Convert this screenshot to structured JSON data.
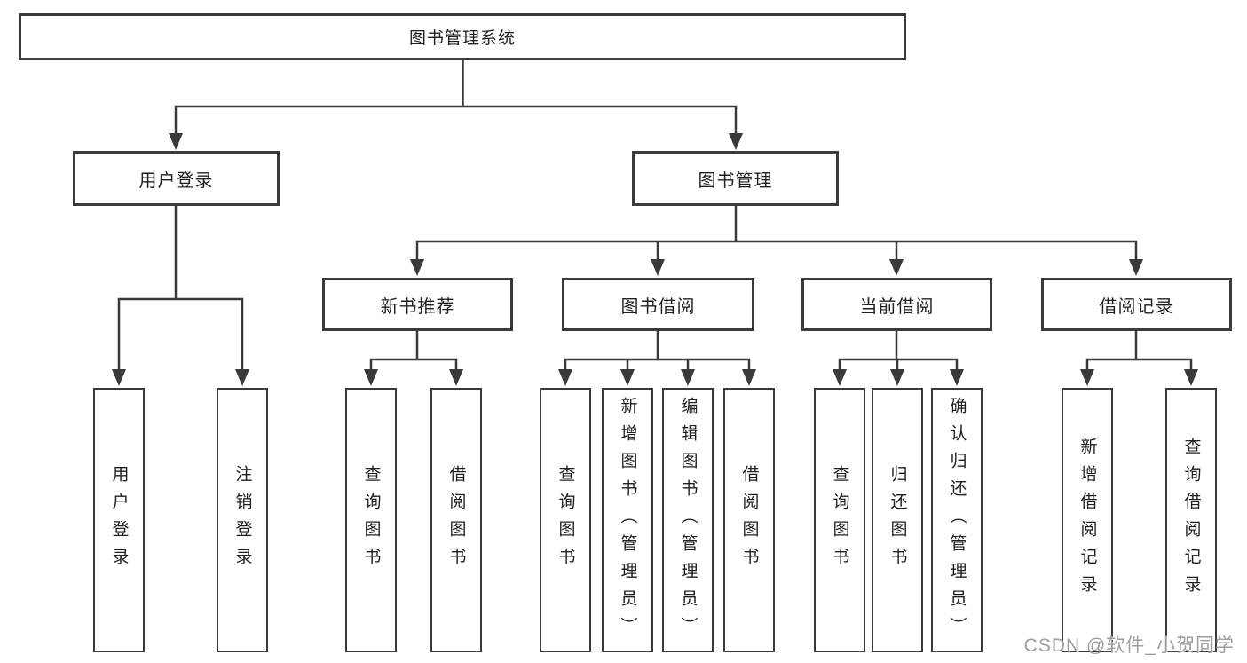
{
  "diagram": {
    "title": "图书管理系统",
    "watermark": "CSDN @软件_小贺同学",
    "colors": {
      "line": "#3a3a3a",
      "box_border": "#3a3a3a",
      "text": "#1f1f1f",
      "watermark": "#9e9e9e"
    },
    "nodes": {
      "root": {
        "label": "图书管理系统"
      },
      "user_login": {
        "label": "用户登录"
      },
      "book_mgmt": {
        "label": "图书管理"
      },
      "new_book_rec": {
        "label": "新书推荐"
      },
      "book_borrow": {
        "label": "图书借阅"
      },
      "current_borrow": {
        "label": "当前借阅"
      },
      "borrow_records": {
        "label": "借阅记录"
      },
      "leaf_user_login": {
        "label": "用户登录"
      },
      "leaf_logout": {
        "label": "注销登录"
      },
      "leaf_nb_query": {
        "label": "查询图书"
      },
      "leaf_nb_borrow": {
        "label": "借阅图书"
      },
      "leaf_bb_query": {
        "label": "查询图书"
      },
      "leaf_bb_add": {
        "label": "新增图书（管理员）"
      },
      "leaf_bb_edit": {
        "label": "编辑图书（管理员）"
      },
      "leaf_bb_borrow": {
        "label": "借阅图书"
      },
      "leaf_cb_query": {
        "label": "查询图书"
      },
      "leaf_cb_return": {
        "label": "归还图书"
      },
      "leaf_cb_confirm": {
        "label": "确认归还（管理员）"
      },
      "leaf_br_add": {
        "label": "新增借阅记录"
      },
      "leaf_br_query": {
        "label": "查询借阅记录"
      }
    },
    "hierarchy": {
      "root_children": [
        "用户登录",
        "图书管理"
      ],
      "user_login_children": [
        "用户登录",
        "注销登录"
      ],
      "book_mgmt_children": [
        "新书推荐",
        "图书借阅",
        "当前借阅",
        "借阅记录"
      ],
      "new_book_rec_children": [
        "查询图书",
        "借阅图书"
      ],
      "book_borrow_children": [
        "查询图书",
        "新增图书（管理员）",
        "编辑图书（管理员）",
        "借阅图书"
      ],
      "current_borrow_children": [
        "查询图书",
        "归还图书",
        "确认归还（管理员）"
      ],
      "borrow_records_children": [
        "新增借阅记录",
        "查询借阅记录"
      ]
    }
  }
}
